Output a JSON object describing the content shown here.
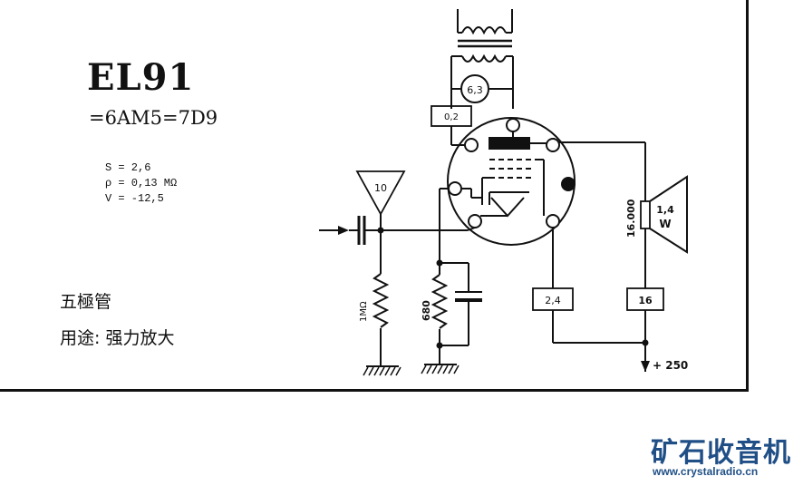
{
  "tube": {
    "name": "EL91",
    "equivalents": "=6AM5=7D9",
    "params": [
      "S = 2,6",
      "ρ = 0,13 MΩ",
      "V = -12,5"
    ],
    "type_cn": "五極管",
    "usage_cn": "用途: 强力放大"
  },
  "components": {
    "heater": "6,3",
    "anode_res": "0,2",
    "grid_res": "1MΩ",
    "cathode_res": "680",
    "triangle": "10",
    "screen": "2,4",
    "plate": "16",
    "load": "16.000",
    "speaker_power": "1,4",
    "speaker_unit": "W",
    "supply": "+ 250"
  },
  "watermark": {
    "brand": "矿石收音机",
    "url": "www.crystalradio.cn"
  },
  "colors": {
    "ink": "#111111",
    "brand": "#1f4f86"
  }
}
